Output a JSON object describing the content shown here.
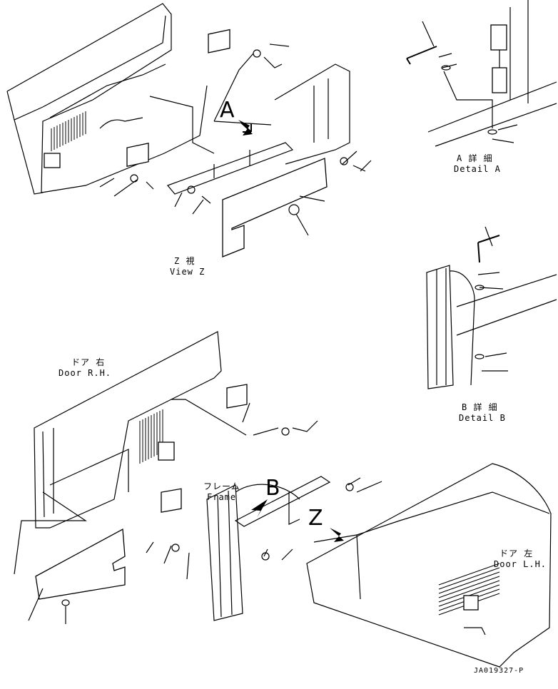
{
  "labels": {
    "callout_a": "A",
    "callout_b": "B",
    "callout_z": "Z",
    "view_z_jp": "Z 視",
    "view_z_en": "View Z",
    "detail_a_jp": "A 詳 細",
    "detail_a_en": "Detail A",
    "detail_b_jp": "B 詳 細",
    "detail_b_en": "Detail B",
    "door_rh_jp": "ドア 右",
    "door_rh_en": "Door R.H.",
    "door_lh_jp": "ドア 左",
    "door_lh_en": "Door L.H.",
    "frame_jp": "フレーム",
    "frame_en": "Frame",
    "drawing_code": "JA019327-P"
  }
}
